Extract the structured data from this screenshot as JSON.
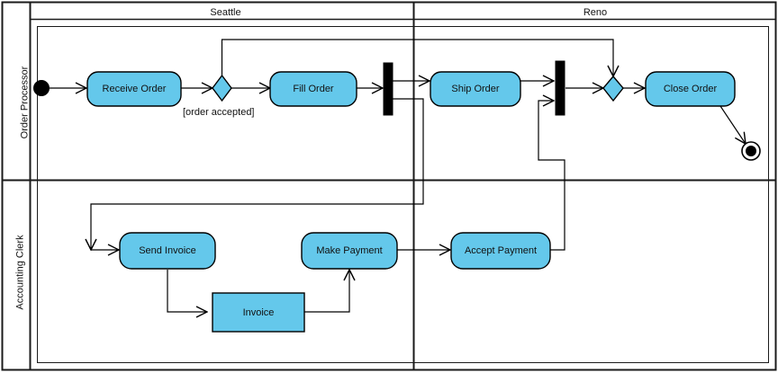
{
  "diagram": {
    "type": "uml-activity-diagram",
    "partitions_horizontal": [
      {
        "id": "seattle",
        "label": "Seattle"
      },
      {
        "id": "reno",
        "label": "Reno"
      }
    ],
    "partitions_vertical": [
      {
        "id": "order-processor",
        "label": "Order Processor"
      },
      {
        "id": "accounting-clerk",
        "label": "Accounting Clerk"
      }
    ],
    "colors": {
      "node_fill": "#64C8EB",
      "node_stroke": "#000000",
      "bar_fill": "#000000",
      "lane_border": "#1a1a1a",
      "edge": "#000000",
      "background": "#FFFFFF",
      "text": "#111111"
    },
    "nodes": [
      {
        "id": "start",
        "kind": "initial-node",
        "label": ""
      },
      {
        "id": "receive-order",
        "kind": "action",
        "label": "Receive Order",
        "lane": "order-processor",
        "partition": "seattle"
      },
      {
        "id": "decision-1",
        "kind": "decision-node",
        "label": ""
      },
      {
        "id": "fill-order",
        "kind": "action",
        "label": "Fill Order",
        "lane": "order-processor",
        "partition": "seattle"
      },
      {
        "id": "fork-1",
        "kind": "fork-node",
        "label": ""
      },
      {
        "id": "ship-order",
        "kind": "action",
        "label": "Ship Order",
        "lane": "order-processor",
        "partition": "reno"
      },
      {
        "id": "join-1",
        "kind": "join-node",
        "label": ""
      },
      {
        "id": "merge-1",
        "kind": "merge-node",
        "label": ""
      },
      {
        "id": "close-order",
        "kind": "action",
        "label": "Close Order",
        "lane": "order-processor",
        "partition": "reno"
      },
      {
        "id": "end",
        "kind": "activity-final-node",
        "label": ""
      },
      {
        "id": "send-invoice",
        "kind": "action",
        "label": "Send Invoice",
        "lane": "accounting-clerk",
        "partition": "seattle"
      },
      {
        "id": "invoice",
        "kind": "object-node",
        "label": "Invoice",
        "lane": "accounting-clerk",
        "partition": "seattle"
      },
      {
        "id": "make-payment",
        "kind": "action",
        "label": "Make Payment",
        "lane": "accounting-clerk",
        "partition": "seattle"
      },
      {
        "id": "accept-payment",
        "kind": "action",
        "label": "Accept Payment",
        "lane": "accounting-clerk",
        "partition": "reno"
      }
    ],
    "edges": [
      {
        "from": "start",
        "to": "receive-order",
        "guard": ""
      },
      {
        "from": "receive-order",
        "to": "decision-1",
        "guard": ""
      },
      {
        "from": "decision-1",
        "to": "fill-order",
        "guard": "[order accepted]"
      },
      {
        "from": "decision-1",
        "to": "merge-1",
        "guard": ""
      },
      {
        "from": "fill-order",
        "to": "fork-1",
        "guard": ""
      },
      {
        "from": "fork-1",
        "to": "ship-order",
        "guard": ""
      },
      {
        "from": "fork-1",
        "to": "send-invoice",
        "guard": ""
      },
      {
        "from": "ship-order",
        "to": "join-1",
        "guard": ""
      },
      {
        "from": "send-invoice",
        "to": "invoice",
        "guard": ""
      },
      {
        "from": "invoice",
        "to": "make-payment",
        "guard": ""
      },
      {
        "from": "make-payment",
        "to": "accept-payment",
        "guard": ""
      },
      {
        "from": "accept-payment",
        "to": "join-1",
        "guard": ""
      },
      {
        "from": "join-1",
        "to": "merge-1",
        "guard": ""
      },
      {
        "from": "merge-1",
        "to": "close-order",
        "guard": ""
      },
      {
        "from": "close-order",
        "to": "end",
        "guard": ""
      }
    ],
    "guards": [
      {
        "id": "guard-order-accepted",
        "text": "[order accepted]"
      }
    ]
  }
}
